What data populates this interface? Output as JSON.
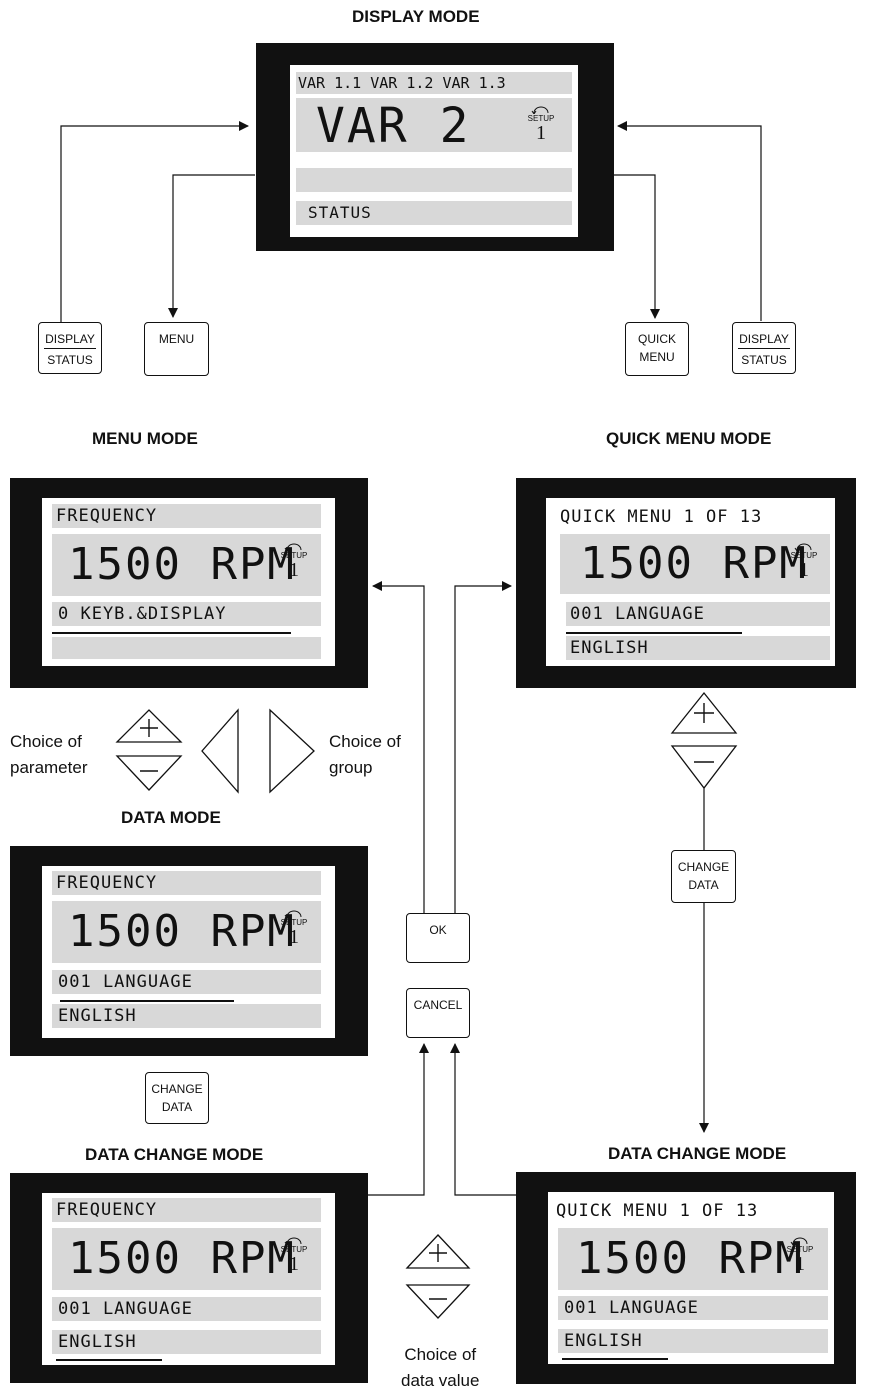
{
  "titles": {
    "display_mode": "DISPLAY MODE",
    "menu_mode": "MENU MODE",
    "quick_menu_mode": "QUICK MENU MODE",
    "data_mode": "DATA MODE",
    "data_change_mode_left": "DATA  CHANGE MODE",
    "data_change_mode_right": "DATA  CHANGE MODE"
  },
  "display_panel": {
    "line1": "VAR 1.1 VAR 1.2 VAR 1.3",
    "big": "VAR 2",
    "line3": "",
    "line4": "STATUS",
    "setup_label": "SETUP",
    "setup_number": "1"
  },
  "menu_panel": {
    "line1": "FREQUENCY",
    "big": "1500 RPM",
    "line3": "0   KEYB.&DISPLAY",
    "line4": "",
    "setup_label": "SETUP",
    "setup_number": "1"
  },
  "quick_panel": {
    "line1": "QUICK MENU 1 OF 13",
    "big": "1500 RPM",
    "line3": "001 LANGUAGE",
    "line4": "ENGLISH",
    "setup_label": "SETUP",
    "setup_number": "1"
  },
  "data_panel": {
    "line1": "FREQUENCY",
    "big": "1500 RPM",
    "line3": "001 LANGUAGE",
    "line4": "ENGLISH",
    "setup_label": "SETUP",
    "setup_number": "1"
  },
  "change_left_panel": {
    "line1": "FREQUENCY",
    "big": "1500 RPM",
    "line3": "001 LANGUAGE",
    "line4": "ENGLISH",
    "setup_label": "SETUP",
    "setup_number": "1"
  },
  "change_right_panel": {
    "line1": "QUICK MENU 1 OF 13",
    "big": "1500 RPM",
    "line3": "001 LANGUAGE",
    "line4": "ENGLISH",
    "setup_label": "SETUP",
    "setup_number": "1"
  },
  "keys": {
    "display_status_left": {
      "top": "DISPLAY",
      "bottom": "STATUS"
    },
    "menu": {
      "label": "MENU"
    },
    "quick_menu": {
      "top": "QUICK",
      "bottom": "MENU"
    },
    "display_status_right": {
      "top": "DISPLAY",
      "bottom": "STATUS"
    },
    "ok": {
      "label": "OK"
    },
    "cancel": {
      "label": "CANCEL"
    },
    "change_data_right": {
      "top": "CHANGE",
      "bottom": "DATA"
    },
    "change_data_left": {
      "top": "CHANGE",
      "bottom": "DATA"
    }
  },
  "notes": {
    "choice_parameter_1": "Choice of",
    "choice_parameter_2": "parameter",
    "choice_group_1": "Choice of",
    "choice_group_2": "group",
    "choice_value_1": "Choice of",
    "choice_value_2": "data value"
  }
}
